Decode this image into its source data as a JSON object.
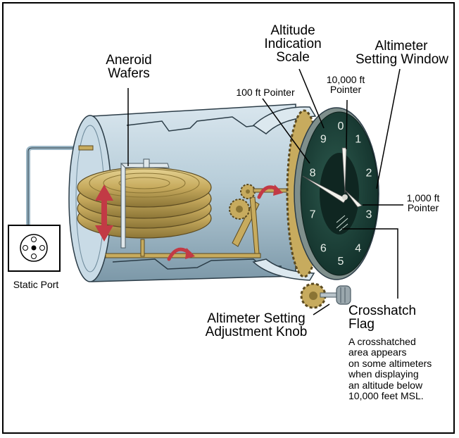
{
  "labels": {
    "aneroid_wafers": [
      "Aneroid",
      "Wafers"
    ],
    "altitude_scale": [
      "Altitude",
      "Indication",
      "Scale"
    ],
    "setting_window": [
      "Altimeter",
      "Setting Window"
    ],
    "pointer_10000": [
      "10,000 ft",
      "Pointer"
    ],
    "pointer_100": "100 ft Pointer",
    "pointer_1000": [
      "1,000 ft",
      "Pointer"
    ],
    "static_port": "Static Port",
    "adjustment_knob": [
      "Altimeter Setting",
      "Adjustment Knob"
    ],
    "crosshatch_flag": [
      "Crosshatch",
      "Flag"
    ],
    "crosshatch_note": [
      "A crosshatched",
      "area appears",
      "on some altimeters",
      "when displaying",
      "an altitude below",
      "10,000 feet MSL."
    ]
  },
  "dial_numerals": [
    "0",
    "1",
    "2",
    "3",
    "4",
    "5",
    "6",
    "7",
    "8",
    "9"
  ],
  "colors": {
    "case": "#c3d6e2",
    "case_dark": "#6f8b9c",
    "dial": "#1f4a3f",
    "gold": "#cdb46a",
    "gold_dark": "#8a7434",
    "arrow": "#c23a45",
    "pointer": "#f2f2ec"
  }
}
